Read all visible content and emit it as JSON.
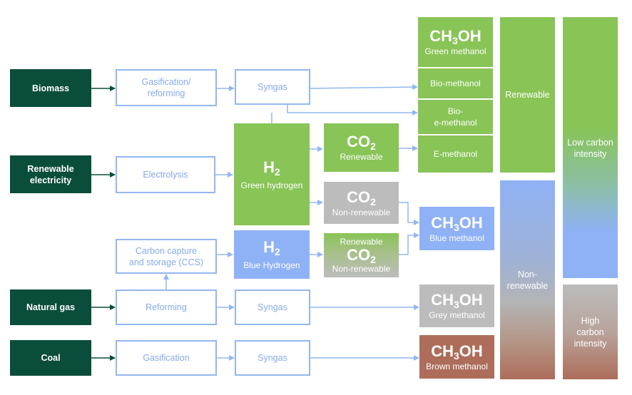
{
  "sources": {
    "biomass": "Biomass",
    "renewable_electricity_1": "Renewable",
    "renewable_electricity_2": "electricity",
    "natural_gas": "Natural gas",
    "coal": "Coal"
  },
  "processes": {
    "gasification_reforming_1": "Gasification/",
    "gasification_reforming_2": "reforming",
    "syngas": "Syngas",
    "electrolysis": "Electrolysis",
    "ccs_1": "Carbon capture",
    "ccs_2": "and storage (CCS)",
    "reforming": "Reforming",
    "gasification": "Gasification"
  },
  "hydrogen": {
    "formula": "H",
    "subscript": "2",
    "green_label": "Green hydrogen",
    "blue_label": "Blue Hydrogen"
  },
  "co2": {
    "formula": "CO",
    "subscript": "2",
    "renewable": "Renewable",
    "non_renewable": "Non-renewable"
  },
  "methanol": {
    "formula_a": "CH",
    "formula_sub": "3",
    "formula_b": "OH",
    "green": "Green methanol",
    "bio": "Bio-methanol",
    "bio_e_1": "Bio-",
    "bio_e_2": "e-methanol",
    "e": "E-methanol",
    "blue": "Blue methanol",
    "grey": "Grey methanol",
    "brown": "Brown methanol"
  },
  "categories": {
    "renewable": "Renewable",
    "non_renewable_1": "Non-",
    "non_renewable_2": "renewable",
    "low_1": "Low carbon",
    "low_2": "intensity",
    "high_1": "High",
    "high_2": "carbon",
    "high_3": "intensity"
  },
  "colors": {
    "dark_green": "#0b4d3b",
    "process_border": "#93b7f0",
    "green": "#88c456",
    "blue": "#8fb1f5",
    "grey": "#bcbcbc",
    "brown": "#ad6d5a"
  }
}
